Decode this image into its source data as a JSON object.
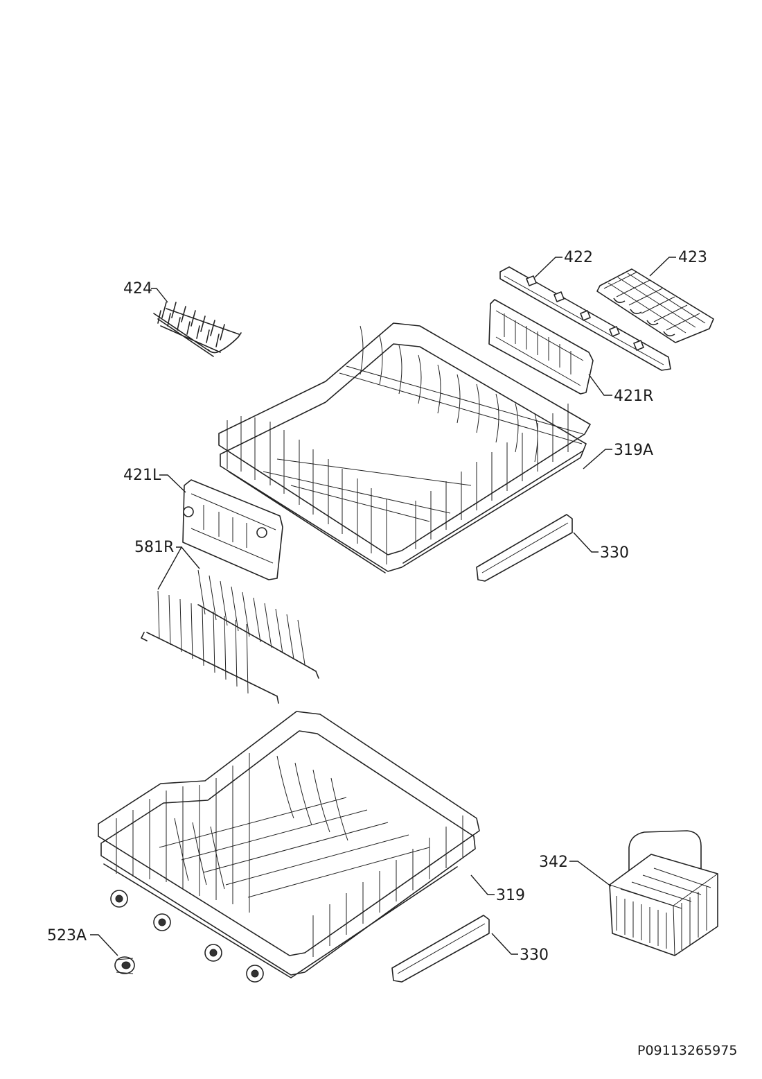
{
  "diagram": {
    "part_labels": {
      "p424": "424",
      "p422": "422",
      "p423": "423",
      "p421R": "421R",
      "p319A": "319A",
      "p421L": "421L",
      "p330_upper": "330",
      "p581R": "581R",
      "p342": "342",
      "p319": "319",
      "p523A": "523A",
      "p330_lower": "330"
    },
    "document_code": "P09113265975"
  }
}
